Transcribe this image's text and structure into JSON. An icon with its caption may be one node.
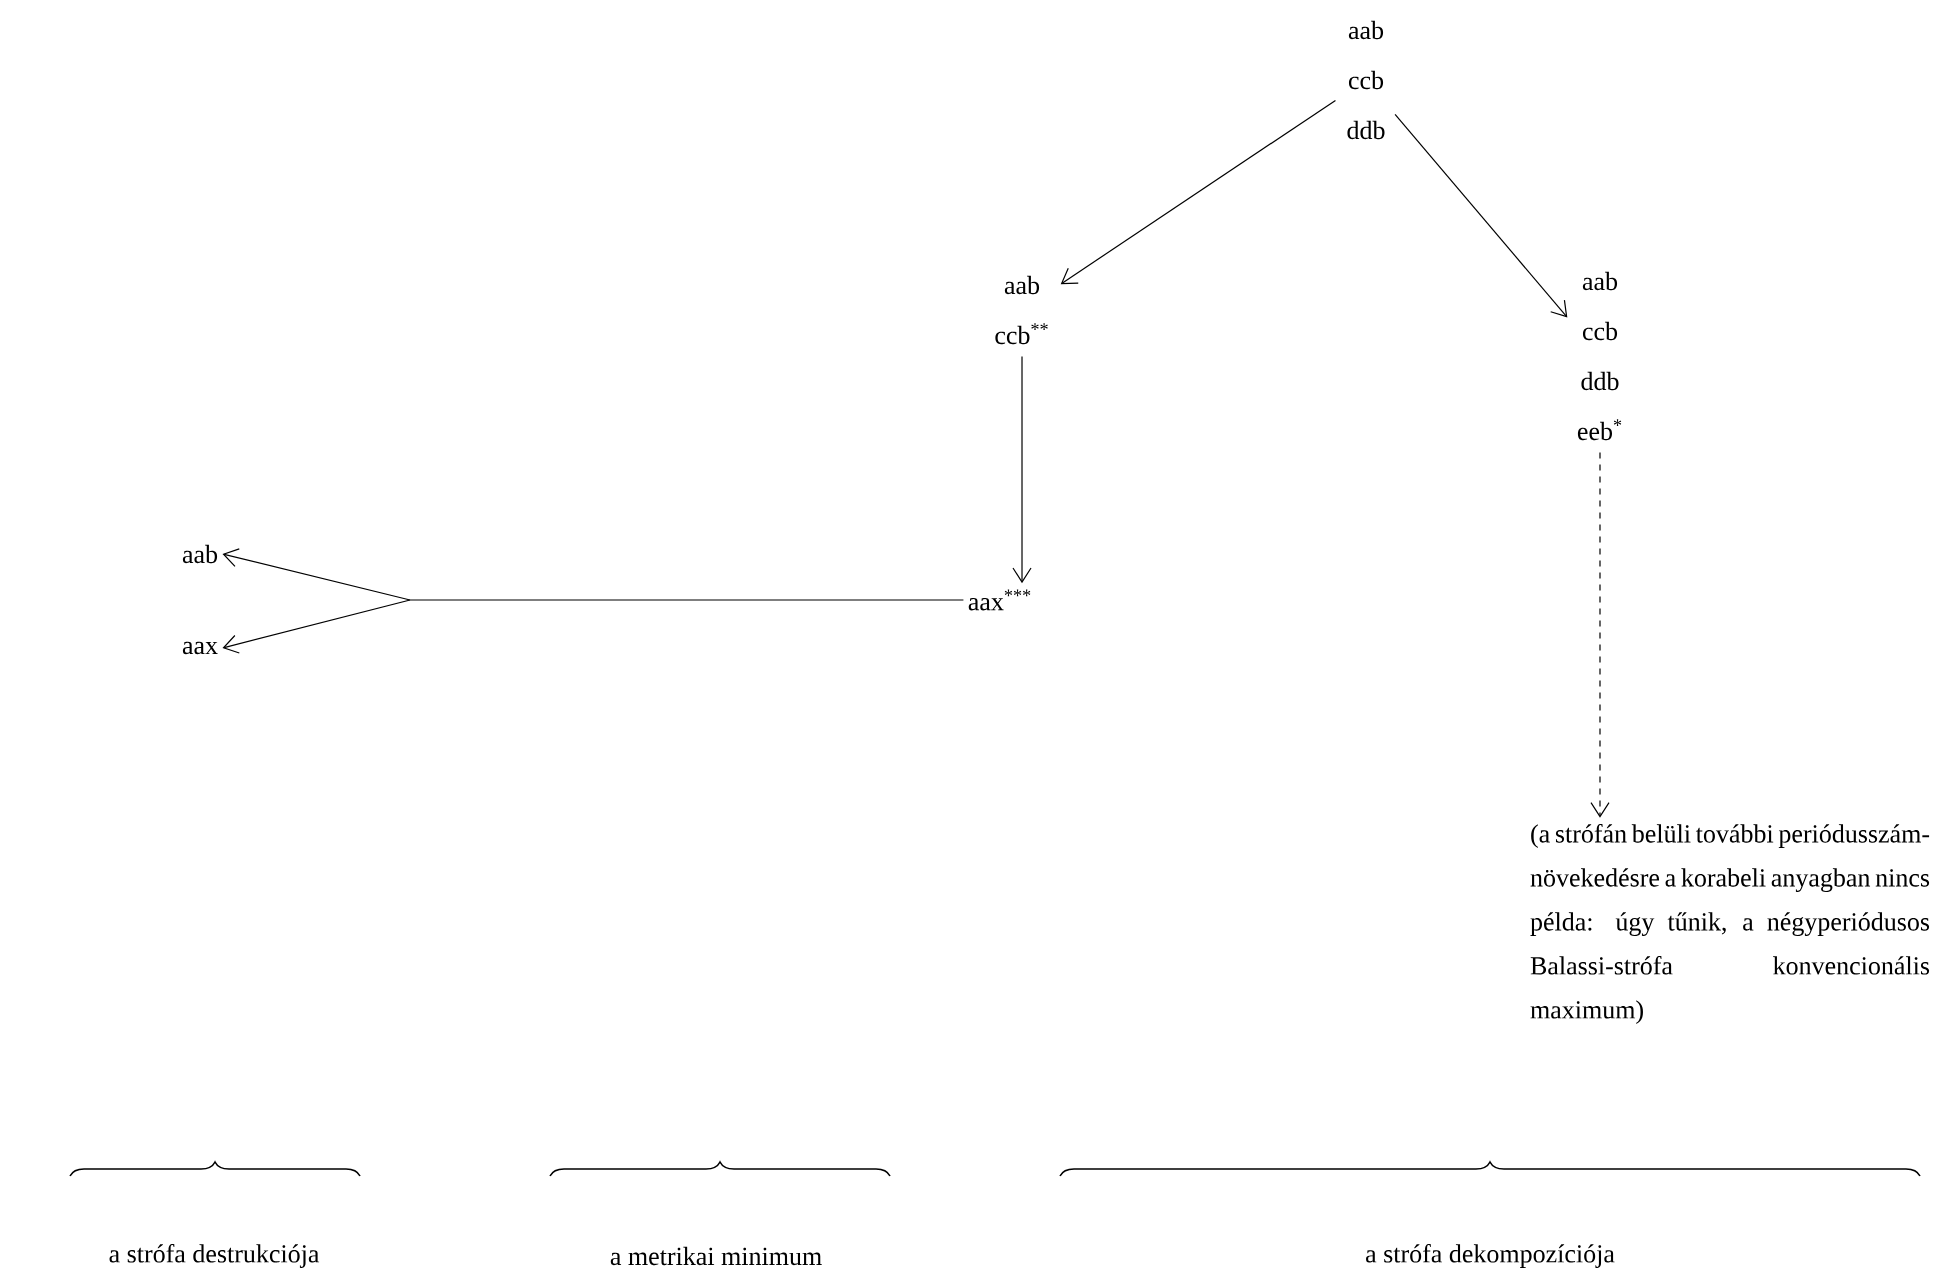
{
  "diagram": {
    "nodes": [
      {
        "text": [
          "aab",
          "ccb",
          "ddb"
        ]
      },
      {
        "text": [
          "aab",
          "ccb$^{**}$"
        ]
      },
      {
        "text": [
          "aab",
          "ccb",
          "ddb",
          "eeb$^{*}$"
        ]
      },
      {
        "text": [
          "aax$^{***}$"
        ]
      },
      {
        "text": [
          "aab"
        ]
      },
      {
        "text": [
          "aax"
        ]
      },
      {
        "text": [
          "(a strófán belüli további periódusszám-növekedésre a korabeli anyagban nincs példa: úgy tűnik, a négyperiódusos Balassi-strófa konvencionális maximum)"
        ]
      }
    ],
    "edges": [
      {
        "from": 0,
        "to": 1,
        "arrow": "to"
      },
      {
        "from": 0,
        "to": 2,
        "arrow": "to"
      },
      {
        "from": 1,
        "to": 3,
        "arrow": "to"
      },
      {
        "from": 3,
        "to": 4,
        "arrow": "to"
      },
      {
        "from": 3,
        "to": 5,
        "arrow": "to"
      },
      {
        "from": 2,
        "to": 6,
        "arrow": "to",
        "style": "dashed"
      }
    ],
    "labels": [
      "a strófa destrukciója",
      "a metrikai minimum",
      "a strófa dekompozíciója"
    ]
  }
}
